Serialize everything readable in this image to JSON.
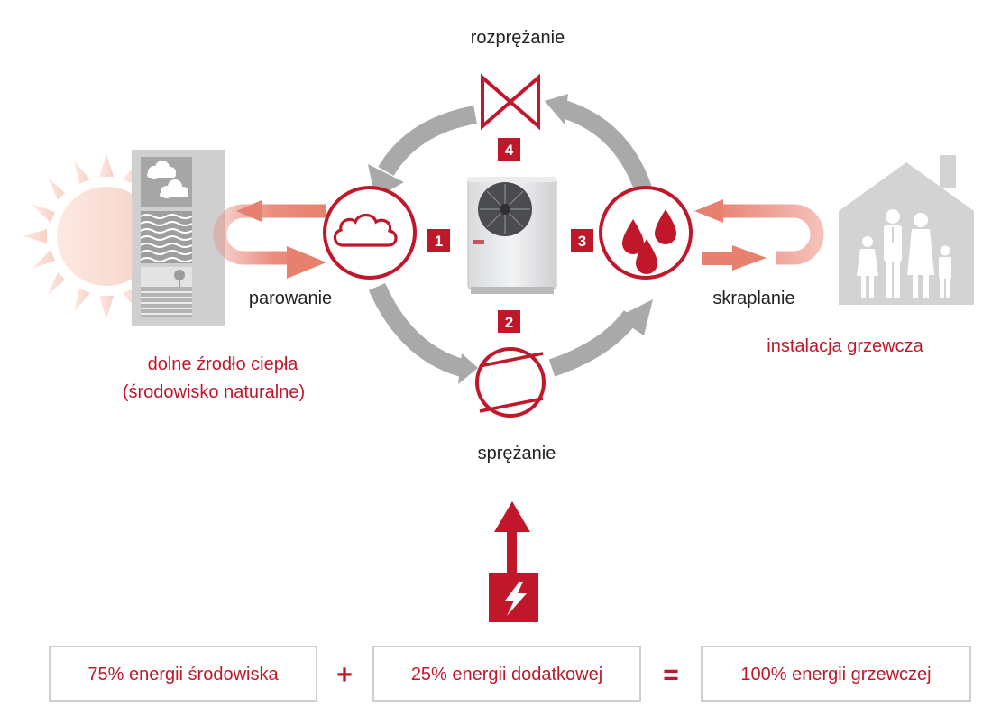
{
  "labels": {
    "expansion": "rozprężanie",
    "evaporation": "parowanie",
    "condensation": "skraplanie",
    "compression": "sprężanie",
    "source_line1": "dolne źrodło ciepła",
    "source_line2": "(środowisko naturalne)",
    "heating_system": "instalacja grzewcza"
  },
  "steps": {
    "step1": "1",
    "step2": "2",
    "step3": "3",
    "step4": "4"
  },
  "equation": {
    "environment_energy": "75% energii środowiska",
    "plus": "+",
    "additional_energy": "25% energii dodatkowej",
    "equals": "=",
    "heating_energy": "100% energii grzewczej"
  },
  "colors": {
    "accent_red": "#c0182a",
    "salmon": "#e8806f",
    "cycle_gray": "#a9a9a9",
    "light_gray": "#d6d6d6",
    "box_border": "#cfcfcf"
  },
  "icons": {
    "source": "sun-icon",
    "evaporation": "cloud-icon",
    "compression": "compressor-icon",
    "condensation": "drops-icon",
    "expansion": "valve-icon",
    "power": "lightning-icon",
    "destination": "house-family-icon"
  }
}
